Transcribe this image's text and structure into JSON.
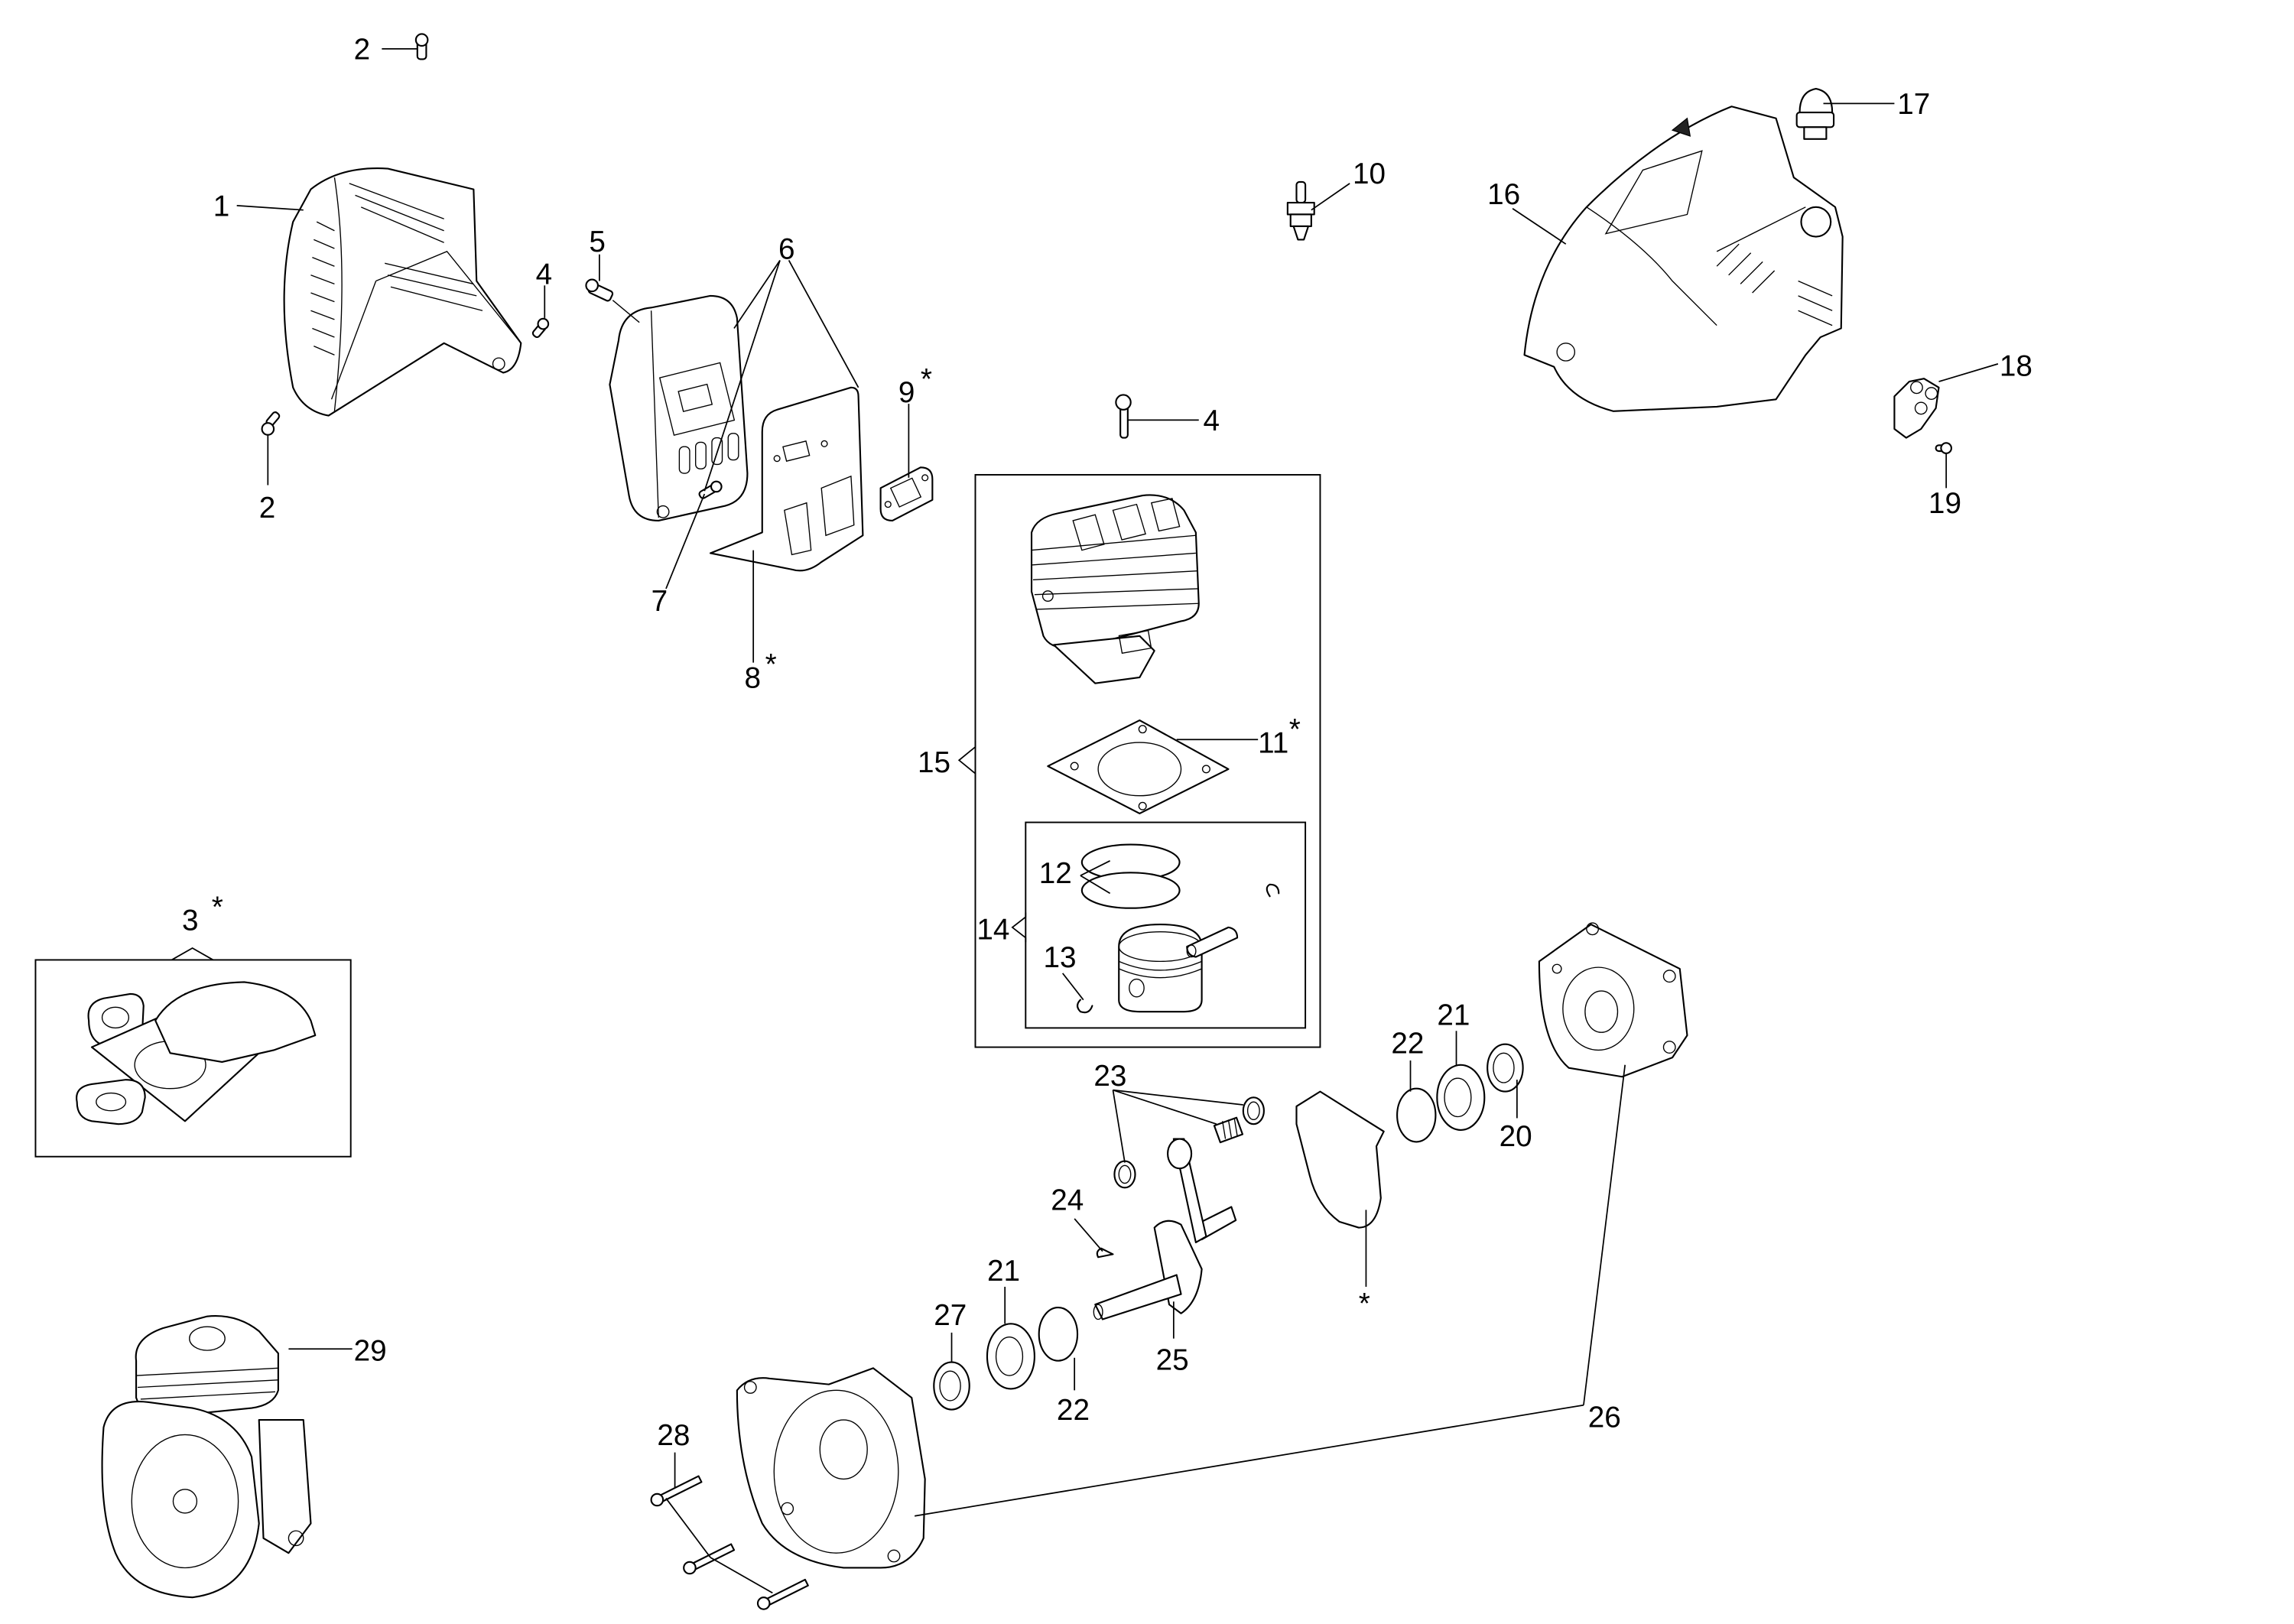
{
  "diagram": {
    "type": "exploded-parts-diagram",
    "subject": "two-stroke engine assembly",
    "background": "#ffffff",
    "line_color": "#000000",
    "callouts": [
      {
        "id": "c2a",
        "number": "2",
        "asterisk": false,
        "part": "cover-screw-top"
      },
      {
        "id": "c1",
        "number": "1",
        "asterisk": false,
        "part": "cylinder-cover"
      },
      {
        "id": "c4a",
        "number": "4",
        "asterisk": false,
        "part": "cover-screw-side"
      },
      {
        "id": "c2b",
        "number": "2",
        "asterisk": false,
        "part": "cover-screw-bottom"
      },
      {
        "id": "c5",
        "number": "5",
        "asterisk": false,
        "part": "muffler-bolt"
      },
      {
        "id": "c6",
        "number": "6",
        "asterisk": false,
        "part": "muffler-assembly"
      },
      {
        "id": "c9",
        "number": "9",
        "asterisk": true,
        "part": "muffler-gasket"
      },
      {
        "id": "c7",
        "number": "7",
        "asterisk": false,
        "part": "muffler-screw"
      },
      {
        "id": "c8",
        "number": "8",
        "asterisk": true,
        "part": "heat-shield"
      },
      {
        "id": "c10",
        "number": "10",
        "asterisk": false,
        "part": "spark-plug"
      },
      {
        "id": "c4b",
        "number": "4",
        "asterisk": false,
        "part": "cylinder-bolt"
      },
      {
        "id": "c16",
        "number": "16",
        "asterisk": false,
        "part": "engine-housing"
      },
      {
        "id": "c17",
        "number": "17",
        "asterisk": false,
        "part": "primer-bulb"
      },
      {
        "id": "c18",
        "number": "18",
        "asterisk": false,
        "part": "bracket"
      },
      {
        "id": "c19",
        "number": "19",
        "asterisk": false,
        "part": "bracket-screw"
      },
      {
        "id": "c11",
        "number": "11",
        "asterisk": true,
        "part": "cylinder-gasket"
      },
      {
        "id": "c15",
        "number": "15",
        "asterisk": false,
        "part": "cylinder-kit"
      },
      {
        "id": "c12",
        "number": "12",
        "asterisk": false,
        "part": "piston-rings"
      },
      {
        "id": "c14",
        "number": "14",
        "asterisk": false,
        "part": "piston-kit"
      },
      {
        "id": "c13",
        "number": "13",
        "asterisk": false,
        "part": "circlip"
      },
      {
        "id": "c3",
        "number": "3",
        "asterisk": true,
        "part": "gasket-set"
      },
      {
        "id": "c23",
        "number": "23",
        "asterisk": false,
        "part": "needle-bearing-and-washers"
      },
      {
        "id": "c22a",
        "number": "22",
        "asterisk": false,
        "part": "retaining-ring-right"
      },
      {
        "id": "c21a",
        "number": "21",
        "asterisk": false,
        "part": "ball-bearing-right"
      },
      {
        "id": "c20",
        "number": "20",
        "asterisk": false,
        "part": "oil-seal-right"
      },
      {
        "id": "c24",
        "number": "24",
        "asterisk": false,
        "part": "woodruff-key"
      },
      {
        "id": "c21b",
        "number": "21",
        "asterisk": false,
        "part": "ball-bearing-left"
      },
      {
        "id": "c27",
        "number": "27",
        "asterisk": false,
        "part": "oil-seal-left"
      },
      {
        "id": "c22b",
        "number": "22",
        "asterisk": false,
        "part": "retaining-ring-left"
      },
      {
        "id": "c25",
        "number": "25",
        "asterisk": false,
        "part": "crankshaft"
      },
      {
        "id": "cstar",
        "number": "",
        "asterisk": true,
        "part": "crankcase-gasket"
      },
      {
        "id": "c26",
        "number": "26",
        "asterisk": false,
        "part": "crankcase"
      },
      {
        "id": "c28",
        "number": "28",
        "asterisk": false,
        "part": "crankcase-bolts"
      },
      {
        "id": "c29",
        "number": "29",
        "asterisk": false,
        "part": "short-block"
      }
    ],
    "asterisk_symbol": "*"
  }
}
